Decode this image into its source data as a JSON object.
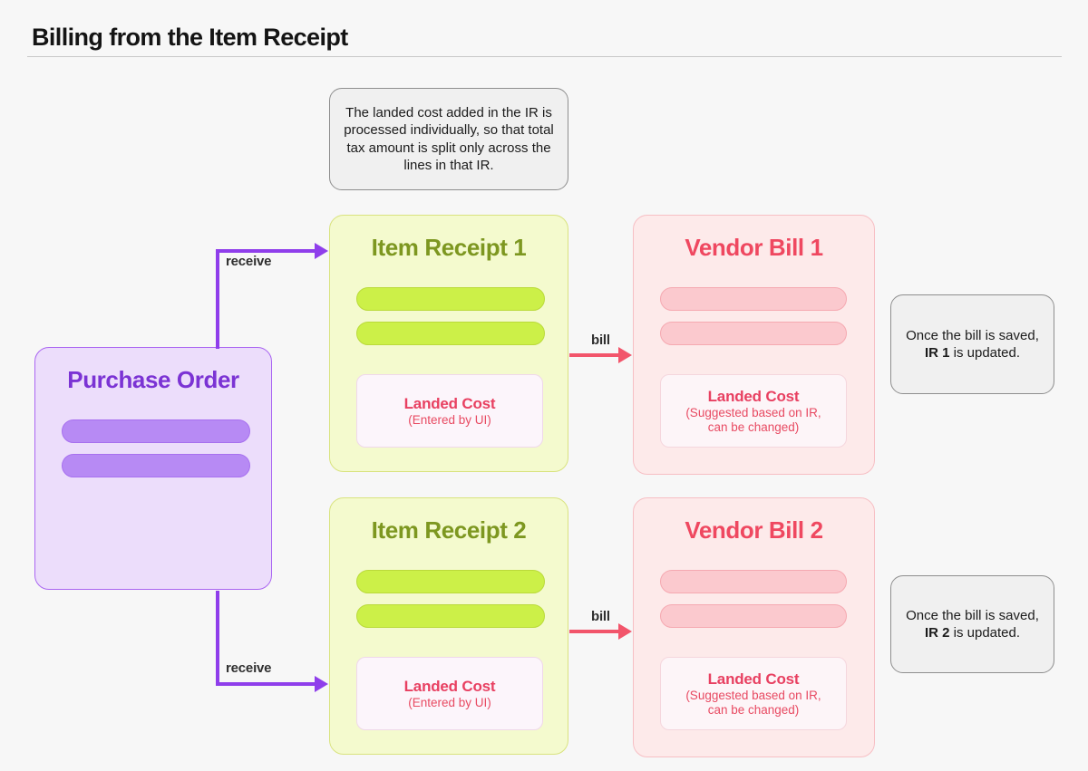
{
  "page": {
    "title": "Billing from the Item Receipt"
  },
  "notes": {
    "top": "The landed cost added in the IR is processed individually, so that total tax amount is split only across the lines in that IR.",
    "bill_saved_1": {
      "line1": "Once the bill is saved,",
      "bold": "IR 1",
      "suffix": " is updated."
    },
    "bill_saved_2": {
      "line1": "Once the bill is saved,",
      "bold": "IR 2",
      "suffix": " is updated."
    }
  },
  "purchase_order": {
    "title": "Purchase Order"
  },
  "item_receipts": [
    {
      "title": "Item Receipt 1",
      "landed_cost_title": "Landed Cost",
      "landed_cost_note": "(Entered by UI)"
    },
    {
      "title": "Item Receipt 2",
      "landed_cost_title": "Landed Cost",
      "landed_cost_note": "(Entered by UI)"
    }
  ],
  "vendor_bills": [
    {
      "title": "Vendor Bill 1",
      "landed_cost_title": "Landed Cost",
      "landed_cost_note1": "(Suggested based on IR,",
      "landed_cost_note2": "can be changed)"
    },
    {
      "title": "Vendor Bill 2",
      "landed_cost_title": "Landed Cost",
      "landed_cost_note1": "(Suggested based on IR,",
      "landed_cost_note2": "can be changed)"
    }
  ],
  "arrow_labels": {
    "receive_1": "receive",
    "receive_2": "receive",
    "bill_1": "bill",
    "bill_2": "bill"
  },
  "colors": {
    "background": "#f7f7f7",
    "purple_accent": "#8f3eeb",
    "purple_fill": "#ecddfb",
    "purple_text": "#7b33d4",
    "green_fill": "#f4face",
    "green_bar": "#ccf048",
    "olive_text": "#7d9720",
    "pink_fill": "#fdeaea",
    "pink_bar": "#fbc9ce",
    "pink_accent": "#f2556b",
    "pink_text": "#ef4860",
    "landed_cost_text": "#e84061",
    "note_fill": "#f0f0f0"
  }
}
